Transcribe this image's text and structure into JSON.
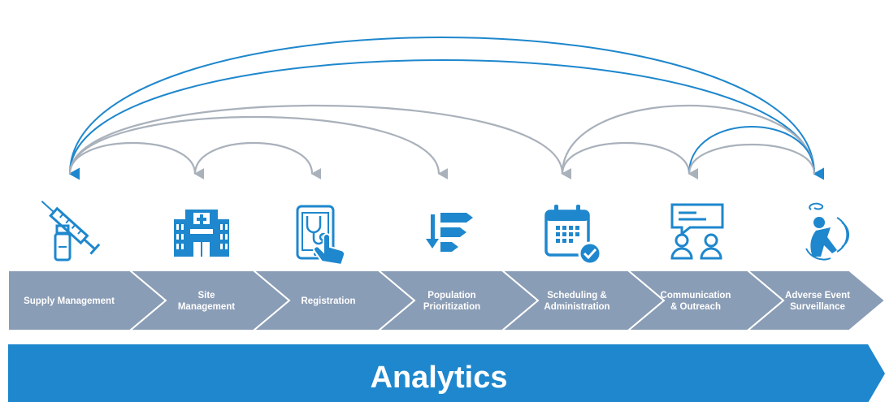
{
  "colors": {
    "chevron_fill": "#8a9db6",
    "chevron_border": "#ffffff",
    "analytics_fill": "#1e87cd",
    "icon_blue": "#1e87cd",
    "arc_blue": "#1e87cd",
    "arc_gray": "#a9b1bb",
    "label_text": "#ffffff"
  },
  "steps": [
    {
      "id": "supply",
      "lines": [
        "Supply Management"
      ],
      "icon": "syringe-vial-icon"
    },
    {
      "id": "site",
      "lines": [
        "Site",
        "Management"
      ],
      "icon": "hospital-building-icon"
    },
    {
      "id": "registration",
      "lines": [
        "Registration"
      ],
      "icon": "tablet-stethoscope-icon"
    },
    {
      "id": "population",
      "lines": [
        "Population",
        "Prioritization"
      ],
      "icon": "sort-priority-icon"
    },
    {
      "id": "scheduling",
      "lines": [
        "Scheduling &",
        "Administration"
      ],
      "icon": "calendar-check-icon"
    },
    {
      "id": "communication",
      "lines": [
        "Communication",
        "& Outreach"
      ],
      "icon": "people-chat-icon"
    },
    {
      "id": "adverse",
      "lines": [
        "Adverse Event",
        "Surveillance"
      ],
      "icon": "dizzy-person-icon"
    }
  ],
  "banner": {
    "label": "Analytics"
  },
  "connections": [
    {
      "from": "adverse",
      "to": "supply",
      "color": "blue"
    },
    {
      "from": "supply",
      "to": "adverse",
      "color": "blue"
    },
    {
      "from": "supply",
      "to": "site",
      "color": "gray"
    },
    {
      "from": "site",
      "to": "registration",
      "color": "gray"
    },
    {
      "from": "supply",
      "to": "population",
      "color": "gray"
    },
    {
      "from": "supply",
      "to": "scheduling",
      "color": "gray"
    },
    {
      "from": "adverse",
      "to": "scheduling",
      "color": "gray"
    },
    {
      "from": "scheduling",
      "to": "communication",
      "color": "gray"
    },
    {
      "from": "communication",
      "to": "adverse",
      "color": "blue"
    },
    {
      "from": "adverse",
      "to": "communication",
      "color": "gray"
    }
  ]
}
